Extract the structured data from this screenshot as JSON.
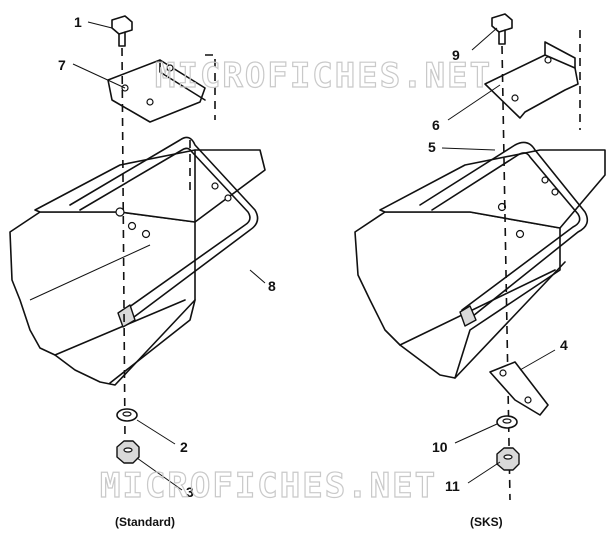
{
  "watermark": "MICROFICHES.NET",
  "standard": {
    "caption": "(Standard)",
    "callouts": {
      "c1": "1",
      "c2": "2",
      "c3": "3",
      "c7": "7",
      "c8": "8"
    }
  },
  "sks": {
    "caption": "(SKS)",
    "callouts": {
      "c4": "4",
      "c5": "5",
      "c6": "6",
      "c9": "9",
      "c10": "10",
      "c11": "11"
    }
  }
}
